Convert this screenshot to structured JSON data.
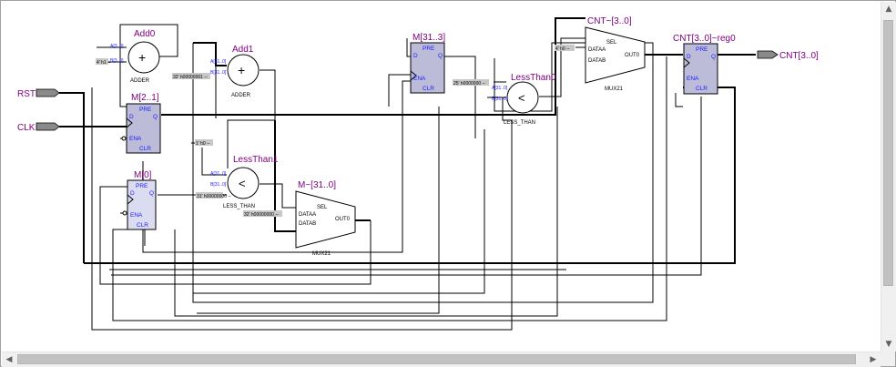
{
  "inputs": {
    "rst": "RST",
    "clk": "CLK"
  },
  "output": {
    "cnt": "CNT[3..0]"
  },
  "blocks": {
    "add0": {
      "name": "Add0",
      "type": "ADDER",
      "op": "+",
      "port_a": "A[3..0]",
      "port_b": "B[3..0]",
      "const": "4' h1 --"
    },
    "add1": {
      "name": "Add1",
      "type": "ADDER",
      "op": "+",
      "port_a": "A[31..0]",
      "port_b": "B[31..0]",
      "const": "32' h00000001 --"
    },
    "m21": {
      "name": "M[2..1]",
      "pre": "PRE",
      "d": "D",
      "q": "Q",
      "ena": "ENA",
      "clr": "CLR"
    },
    "m0": {
      "name": "M[0]",
      "pre": "PRE",
      "d": "D",
      "q": "Q",
      "ena": "ENA",
      "clr": "CLR"
    },
    "lessthan1": {
      "name": "LessThan1",
      "type": "LESS_THAN",
      "op": "<",
      "port_a": "A[31..0]",
      "port_b": "B[31..0]",
      "const_a": "1' h0 --",
      "const_b": "31' h00000000 --"
    },
    "mux_m": {
      "name": "M~[31..0]",
      "type": "MUX21",
      "sel": "SEL",
      "dataa": "DATAA",
      "datab": "DATAB",
      "out": "OUT0",
      "const": "32' h00000000 --"
    },
    "m313": {
      "name": "M[31..3]",
      "pre": "PRE",
      "d": "D",
      "q": "Q",
      "ena": "ENA",
      "clr": "CLR"
    },
    "lessthan0": {
      "name": "LessThan0",
      "type": "LESS_THAN",
      "op": "<",
      "port_a": "A[31..0]",
      "port_b": "B[31..0]",
      "const": "25' h0000000 --"
    },
    "mux_cnt": {
      "name": "CNT~[3..0]",
      "type": "MUX21",
      "sel": "SEL",
      "dataa": "DATAA",
      "datab": "DATAB",
      "out": "OUT0",
      "const": "4' h0 --"
    },
    "cntreg": {
      "name": "CNT[3..0]~reg0",
      "pre": "PRE",
      "d": "D",
      "q": "Q",
      "ena": "ENA",
      "clr": "CLR"
    }
  },
  "colors": {
    "register_fill": "#bcbcd8",
    "wire": "#000000",
    "label": "#800080",
    "port": "#1a1aff",
    "io": "#8a8a8a"
  }
}
